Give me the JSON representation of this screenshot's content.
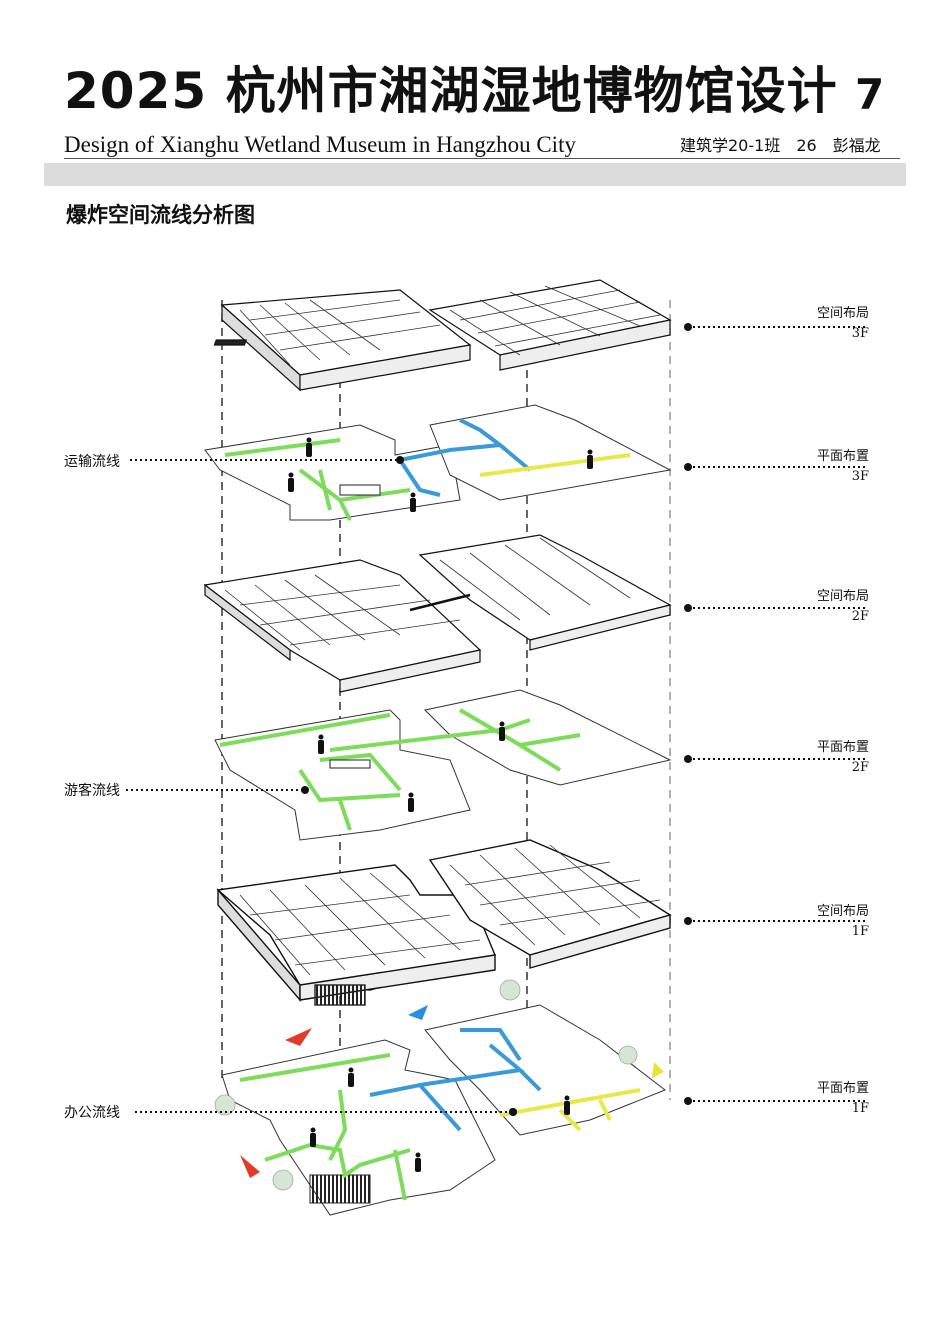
{
  "header": {
    "title": "2025 杭州市湘湖湿地博物馆设计",
    "page_number": "7",
    "subtitle": "Design of Xianghu Wetland Museum in Hangzhou City",
    "author": "建筑学20-1班　26　彭福龙"
  },
  "section_title": "爆炸空间流线分析图",
  "left_labels": {
    "transport": "运输流线",
    "visitor": "游客流线",
    "office": "办公流线"
  },
  "right_labels": [
    {
      "name": "空间布局",
      "floor": "3F"
    },
    {
      "name": "平面布置",
      "floor": "3F"
    },
    {
      "name": "空间布局",
      "floor": "2F"
    },
    {
      "name": "平面布置",
      "floor": "2F"
    },
    {
      "name": "空间布局",
      "floor": "1F"
    },
    {
      "name": "平面布置",
      "floor": "1F"
    }
  ],
  "colors": {
    "transport_flow": "#3a9ad9",
    "visitor_flow": "#7ddc5a",
    "office_flow": "#e8e84a",
    "arrow_red": "#e03c28",
    "arrow_blue": "#2a8ee0",
    "arrow_yellow": "#e6e632",
    "band_gray": "#dcdcdc"
  }
}
